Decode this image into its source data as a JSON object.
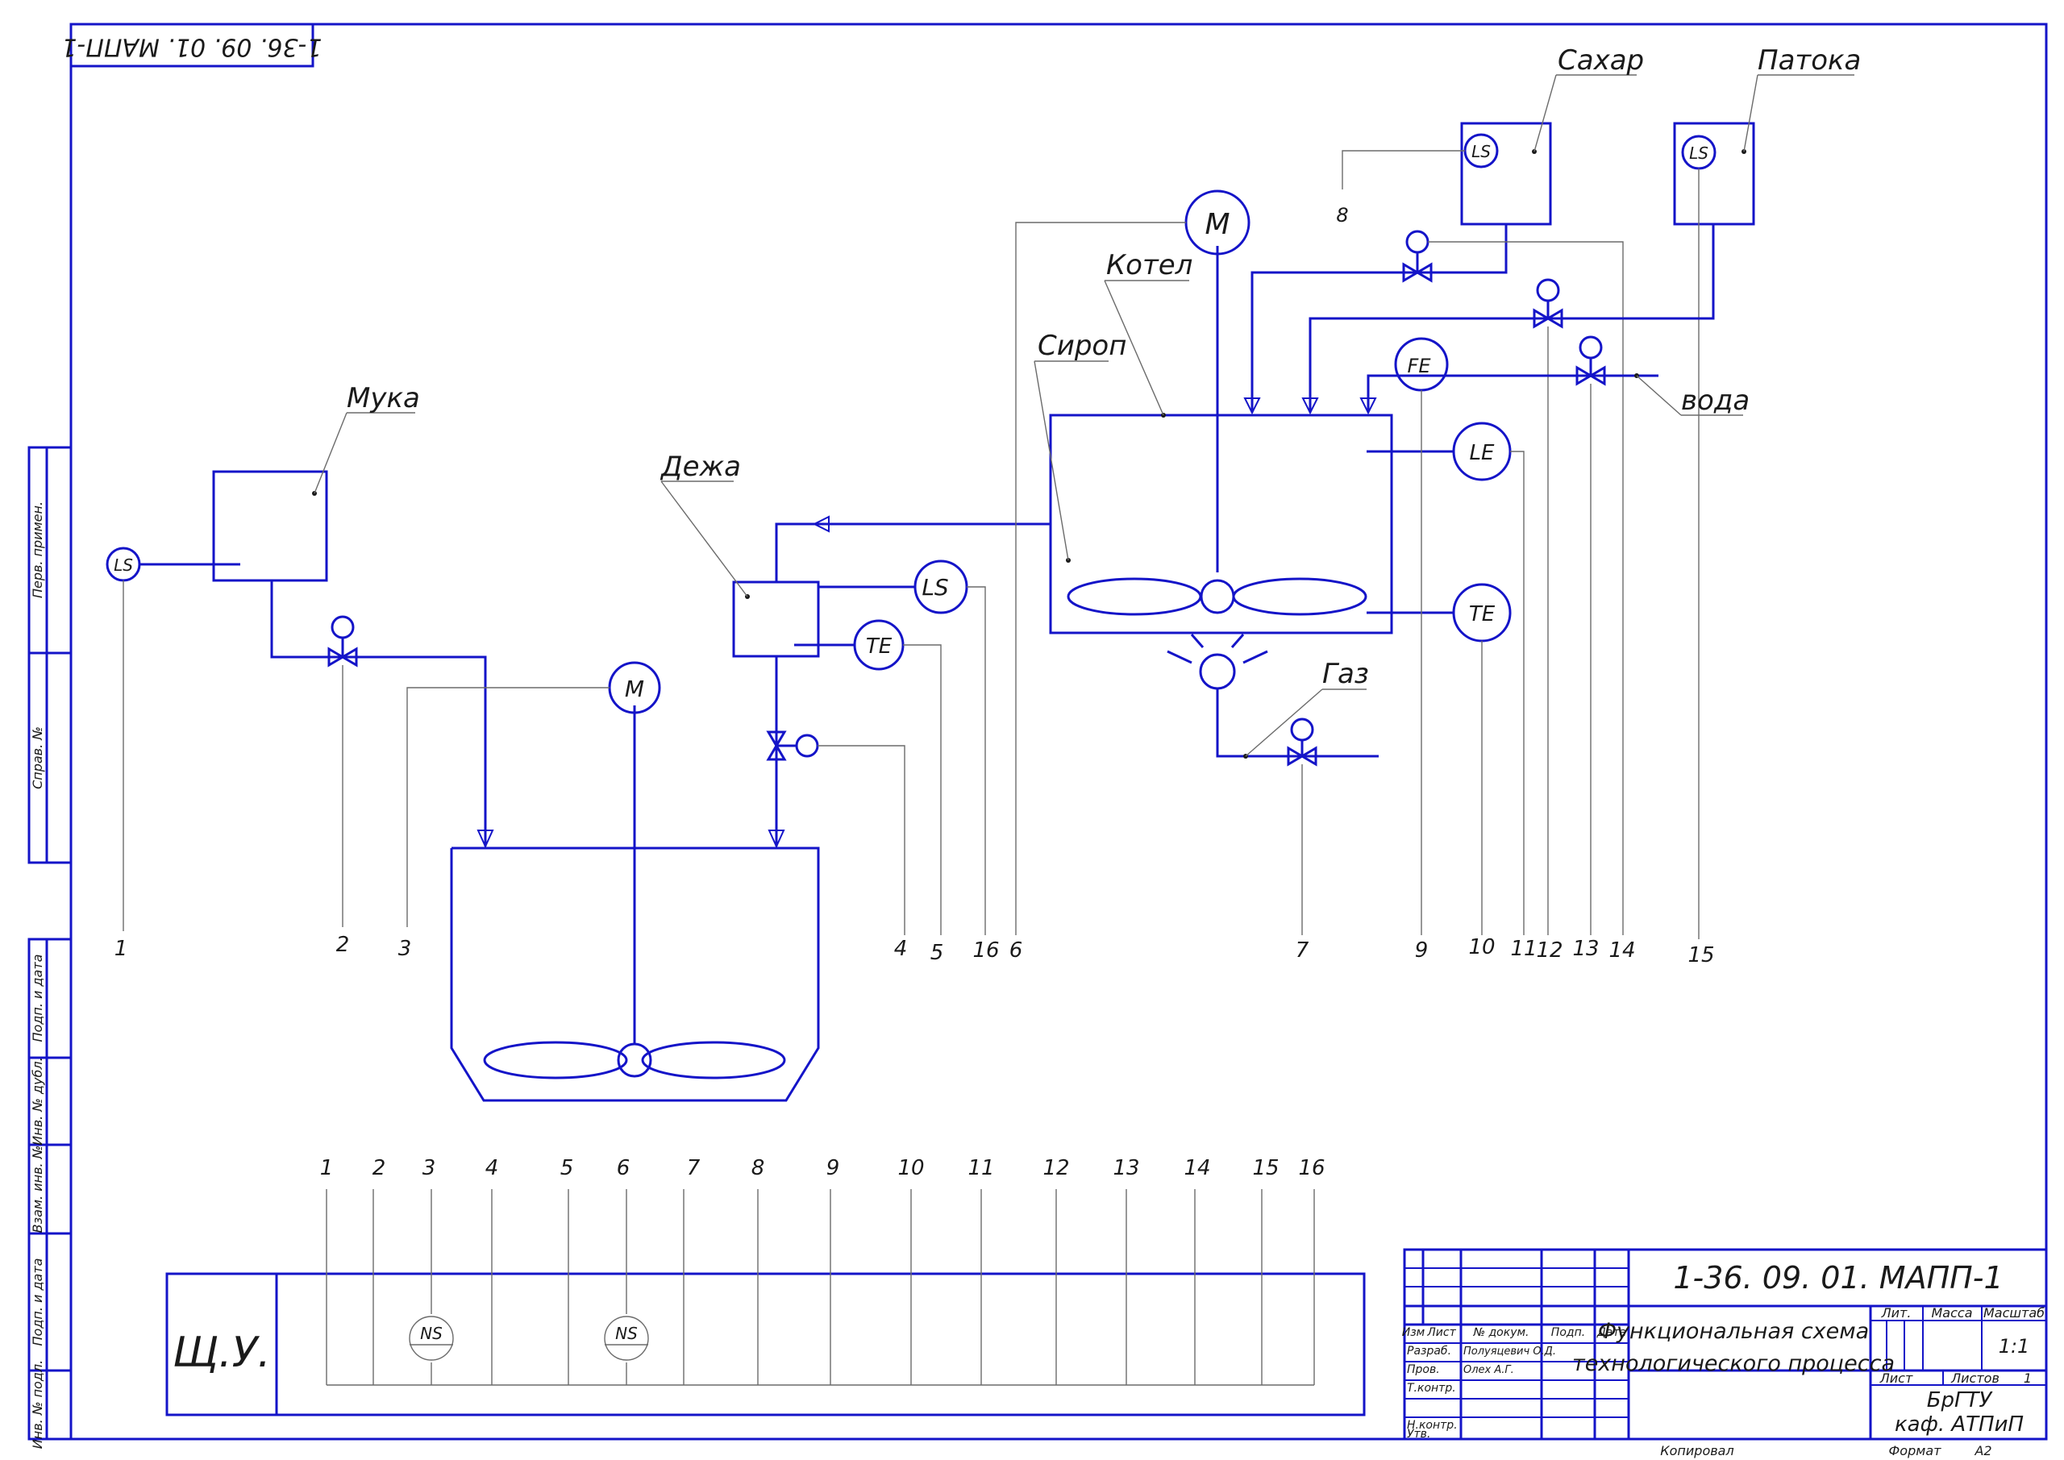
{
  "stamp_top": "1-36. 09. 01. МАПП-1",
  "labels": {
    "muka": "Мука",
    "dezha": "Дежа",
    "sirop": "Сироп",
    "kotel": "Котел",
    "sahar": "Сахар",
    "patoka": "Патока",
    "voda": "вода",
    "gaz": "Газ"
  },
  "instruments": {
    "ls": "LS",
    "te": "TE",
    "le": "LE",
    "fe": "FE",
    "ns": "NS",
    "motor": "M"
  },
  "positions": [
    "1",
    "2",
    "3",
    "4",
    "5",
    "16",
    "6",
    "7",
    "9",
    "10",
    "11",
    "12",
    "13",
    "14",
    "15"
  ],
  "position_8": "8",
  "panel": {
    "name": "Щ.У.",
    "numbers": [
      "1",
      "2",
      "3",
      "4",
      "5",
      "6",
      "7",
      "8",
      "9",
      "10",
      "11",
      "12",
      "13",
      "14",
      "15",
      "16"
    ]
  },
  "side_strip": [
    "Перв. примен.",
    "Справ. №",
    "Подп. и дата",
    "Инв. № дубл.",
    "Взам. инв. №",
    "Подп. и дата",
    "Инв. № подл."
  ],
  "title_block": {
    "code": "1-36. 09. 01. МАПП-1",
    "title_line1": "Функциональная схема",
    "title_line2": "технологического процесса",
    "header_cols": [
      "Изм",
      "Лист",
      "№ докум.",
      "Подп.",
      "Дата"
    ],
    "rows": [
      "Разраб.",
      "Пров.",
      "Т.контр.",
      "",
      "Н.контр.",
      "Утв."
    ],
    "names": [
      "Полуяцевич О.Д.",
      "Олех А.Г."
    ],
    "lit": "Лит.",
    "massa": "Масса",
    "masshtab": "Масштаб",
    "scale": "1:1",
    "list": "Лист",
    "listov": "Листов",
    "listov_val": "1",
    "org1": "БрГТУ",
    "org2": "каф. АТПиП",
    "kopiroval": "Копировал",
    "format": "Формат",
    "format_val": "А2"
  }
}
